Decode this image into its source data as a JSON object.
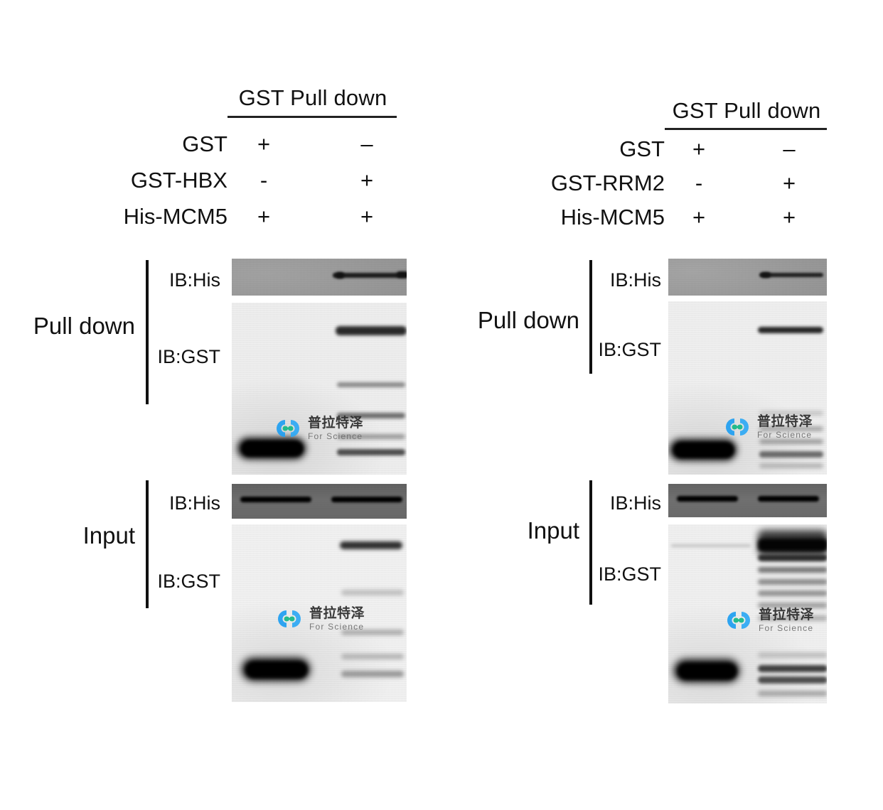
{
  "figure": {
    "type": "western-blot-gst-pulldown",
    "background_color": "#ffffff",
    "panels": [
      {
        "id": "left",
        "header": {
          "title": "GST Pull down",
          "rows": [
            {
              "label": "GST",
              "lane1": "+",
              "lane2": "–"
            },
            {
              "label": "GST-HBX",
              "lane1": "-",
              "lane2": "+"
            },
            {
              "label": "His-MCM5",
              "lane1": "+",
              "lane2": "+"
            }
          ]
        },
        "groups": [
          {
            "name": "Pull down",
            "blots": [
              {
                "antibody": "IB:His"
              },
              {
                "antibody": "IB:GST"
              }
            ]
          },
          {
            "name": "Input",
            "blots": [
              {
                "antibody": "IB:His"
              },
              {
                "antibody": "IB:GST"
              }
            ]
          }
        ]
      },
      {
        "id": "right",
        "header": {
          "title": "GST Pull down",
          "rows": [
            {
              "label": "GST",
              "lane1": "+",
              "lane2": "–"
            },
            {
              "label": "GST-RRM2",
              "lane1": "-",
              "lane2": "+"
            },
            {
              "label": "His-MCM5",
              "lane1": "+",
              "lane2": "+"
            }
          ]
        },
        "groups": [
          {
            "name": "Pull down",
            "blots": [
              {
                "antibody": "IB:His"
              },
              {
                "antibody": "IB:GST"
              }
            ]
          },
          {
            "name": "Input",
            "blots": [
              {
                "antibody": "IB:His"
              },
              {
                "antibody": "IB:GST"
              }
            ]
          }
        ]
      }
    ]
  },
  "watermark": {
    "chinese": "普拉特泽",
    "english": "For Science",
    "logo_color_outer": "#1f9ff2",
    "logo_color_inner": "#13b886"
  }
}
